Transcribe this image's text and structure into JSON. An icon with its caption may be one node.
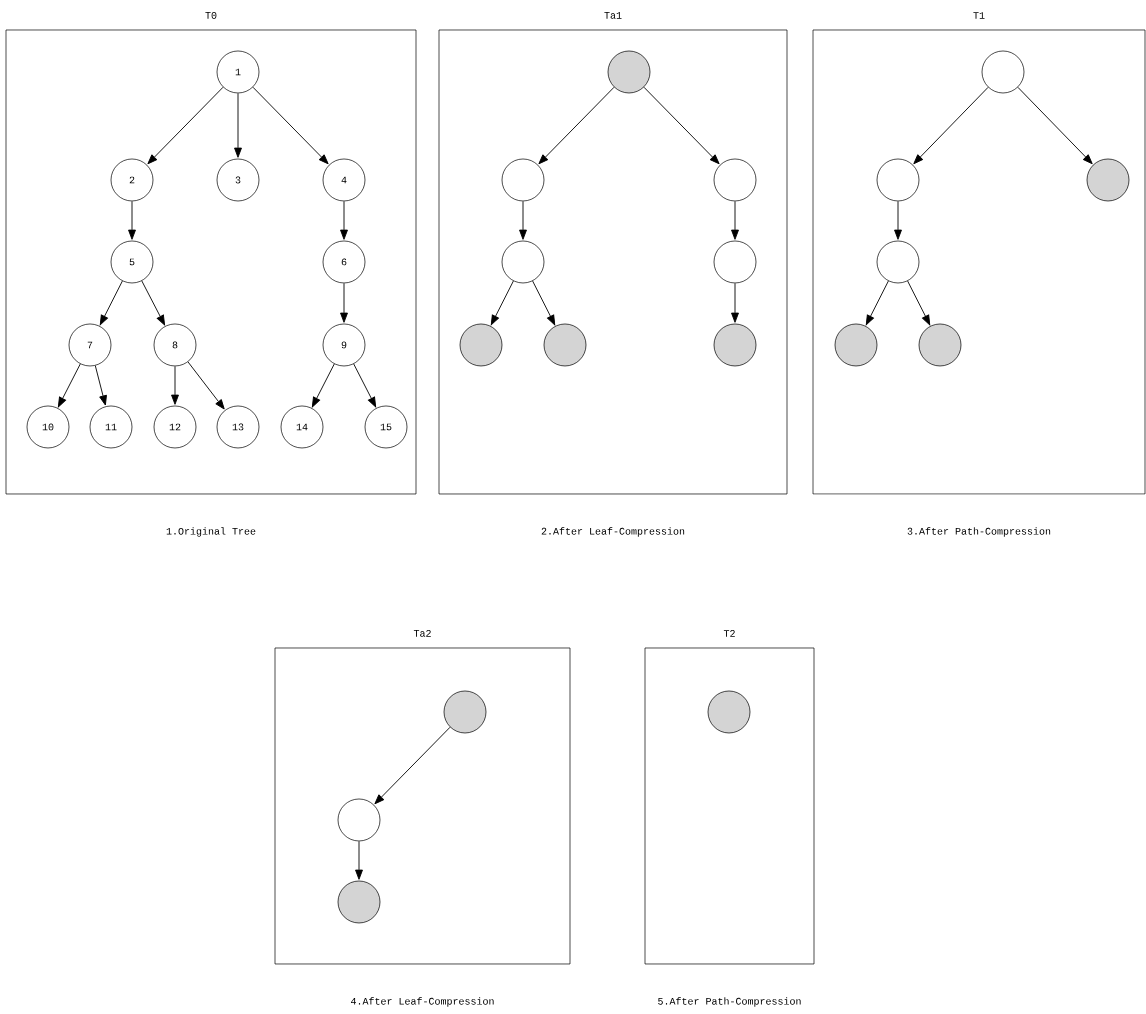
{
  "diagram": {
    "nodes": [
      {
        "text": [
          "T0"
        ],
        "beside": [
          "1.Original Tree"
        ]
      },
      {
        "text": [
          "1"
        ],
        "in": 0
      },
      {
        "text": [
          "2"
        ],
        "in": 0
      },
      {
        "text": [
          "3"
        ],
        "in": 0
      },
      {
        "text": [
          "4"
        ],
        "in": 0
      },
      {
        "text": [
          "5"
        ],
        "in": 0
      },
      {
        "text": [
          "6"
        ],
        "in": 0
      },
      {
        "text": [
          "7"
        ],
        "in": 0
      },
      {
        "text": [
          "8"
        ],
        "in": 0
      },
      {
        "text": [
          "9"
        ],
        "in": 0
      },
      {
        "text": [
          "10"
        ],
        "in": 0
      },
      {
        "text": [
          "11"
        ],
        "in": 0
      },
      {
        "text": [
          "12"
        ],
        "in": 0
      },
      {
        "text": [
          "13"
        ],
        "in": 0
      },
      {
        "text": [
          "14"
        ],
        "in": 0
      },
      {
        "text": [
          "15"
        ],
        "in": 0
      },
      {
        "text": [
          "Ta1"
        ],
        "beside": [
          "2.After Leaf-Compression"
        ]
      },
      {
        "text": [],
        "shape": "disc",
        "in": 16
      },
      {
        "text": [],
        "shape": "circle",
        "in": 16
      },
      {
        "text": [],
        "shape": "circle",
        "in": 16
      },
      {
        "text": [],
        "shape": "circle",
        "in": 16
      },
      {
        "text": [],
        "shape": "circle",
        "in": 16
      },
      {
        "text": [],
        "shape": "disc",
        "in": 16
      },
      {
        "text": [],
        "shape": "disc",
        "in": 16
      },
      {
        "text": [],
        "shape": "disc",
        "in": 16
      },
      {
        "text": [
          "T1"
        ],
        "beside": [
          "3.After Path-Compression"
        ]
      },
      {
        "text": [],
        "shape": "circle",
        "in": 25
      },
      {
        "text": [],
        "shape": "circle",
        "in": 25
      },
      {
        "text": [],
        "shape": "disc",
        "in": 25
      },
      {
        "text": [],
        "shape": "circle",
        "in": 25
      },
      {
        "text": [],
        "shape": "disc",
        "in": 25
      },
      {
        "text": [],
        "shape": "disc",
        "in": 25
      },
      {
        "text": [
          "Ta2"
        ],
        "beside": [
          "4.After Leaf-Compression"
        ]
      },
      {
        "text": [],
        "shape": "disc",
        "in": 32
      },
      {
        "text": [],
        "shape": "circle",
        "in": 32
      },
      {
        "text": [],
        "shape": "disc",
        "in": 32
      },
      {
        "text": [
          "T2"
        ],
        "beside": [
          "5.After Path-Compression"
        ]
      },
      {
        "text": [],
        "shape": "disc",
        "in": 36
      }
    ],
    "edges": [
      {
        "from": 1,
        "to": 2,
        "arrow": "to"
      },
      {
        "from": 1,
        "to": 3,
        "arrow": "to"
      },
      {
        "from": 1,
        "to": 4,
        "arrow": "to"
      },
      {
        "from": 2,
        "to": 5,
        "arrow": "to"
      },
      {
        "from": 4,
        "to": 6,
        "arrow": "to"
      },
      {
        "from": 5,
        "to": 7,
        "arrow": "to"
      },
      {
        "from": 5,
        "to": 8,
        "arrow": "to"
      },
      {
        "from": 6,
        "to": 9,
        "arrow": "to"
      },
      {
        "from": 7,
        "to": 10,
        "arrow": "to"
      },
      {
        "from": 7,
        "to": 11,
        "arrow": "to"
      },
      {
        "from": 8,
        "to": 12,
        "arrow": "to"
      },
      {
        "from": 8,
        "to": 13,
        "arrow": "to"
      },
      {
        "from": 9,
        "to": 14,
        "arrow": "to"
      },
      {
        "from": 9,
        "to": 15,
        "arrow": "to"
      },
      {
        "from": 17,
        "to": 18,
        "arrow": "to"
      },
      {
        "from": 17,
        "to": 19,
        "arrow": "to"
      },
      {
        "from": 18,
        "to": 20,
        "arrow": "to"
      },
      {
        "from": 19,
        "to": 21,
        "arrow": "to"
      },
      {
        "from": 20,
        "to": 22,
        "arrow": "to"
      },
      {
        "from": 20,
        "to": 23,
        "arrow": "to"
      },
      {
        "from": 21,
        "to": 24,
        "arrow": "to"
      },
      {
        "from": 26,
        "to": 27,
        "arrow": "to"
      },
      {
        "from": 26,
        "to": 28,
        "arrow": "to"
      },
      {
        "from": 27,
        "to": 29,
        "arrow": "to"
      },
      {
        "from": 29,
        "to": 30,
        "arrow": "to"
      },
      {
        "from": 29,
        "to": 31,
        "arrow": "to"
      },
      {
        "from": 33,
        "to": 34,
        "arrow": "to"
      },
      {
        "from": 34,
        "to": 35,
        "arrow": "to"
      }
    ]
  }
}
